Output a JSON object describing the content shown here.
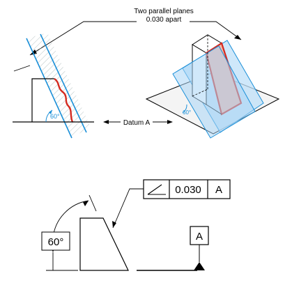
{
  "top_figure": {
    "callout_line1": "Two parallel planes",
    "callout_line2": "0.030 apart",
    "datum_label": "Datum A",
    "left_angle": "60°",
    "right_angle": "60°"
  },
  "bottom_figure": {
    "angle_box": "60°",
    "fcf_tolerance": "0.030",
    "fcf_datum": "A",
    "datum_feature_label": "A"
  },
  "colors": {
    "tolerance_plane": "#1a8fd8",
    "surface": "#d42a20",
    "plane_fill": "#a9d6f5",
    "part_fill": "#f3b9a8"
  }
}
